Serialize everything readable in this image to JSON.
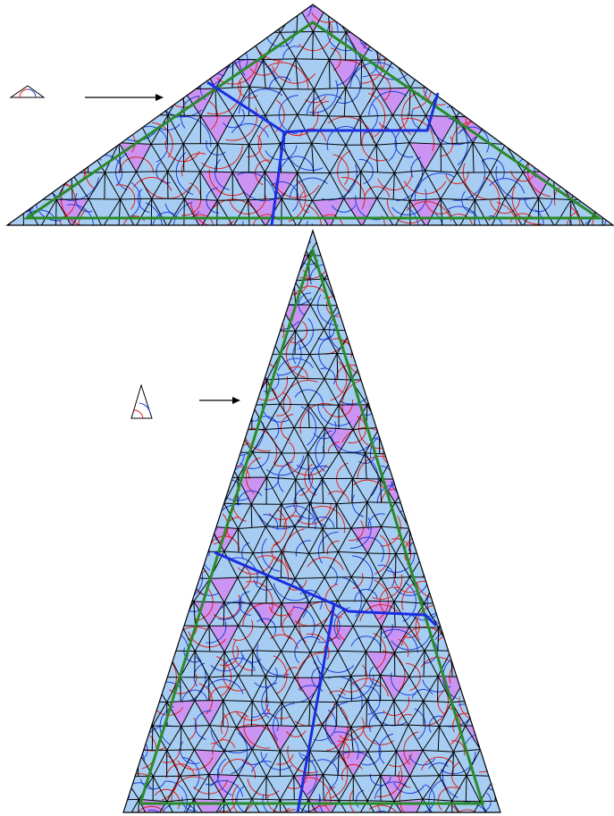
{
  "figure": {
    "background": "#ffffff",
    "colors": {
      "edge": "#000000",
      "fill_blue": "#a7cdf2",
      "fill_purple": "#cf8ef2",
      "arc_red": "#e0201e",
      "arc_blue": "#1f3fd8",
      "outline_green": "#2a8a2a",
      "cut_blue": "#1a2ee0"
    },
    "panels": [
      {
        "id": "top-panel",
        "prototile": "obtuse-robinson-triangle",
        "supertile": "large-obtuse-triangle",
        "arrow": "right-arrow",
        "has_green_outline": true,
        "blue_cut_lines": 3
      },
      {
        "id": "bottom-panel",
        "prototile": "acute-robinson-triangle",
        "supertile": "large-acute-triangle",
        "arrow": "right-arrow",
        "has_green_outline": true,
        "blue_cut_lines": 3
      }
    ]
  }
}
